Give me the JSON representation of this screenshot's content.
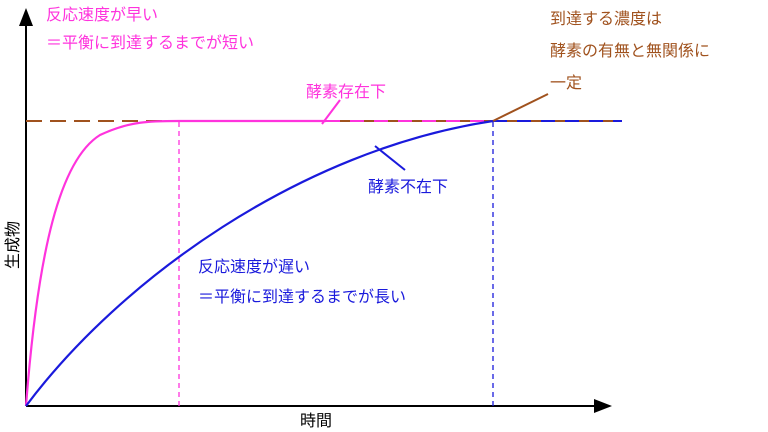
{
  "axes": {
    "x_label": "時間",
    "y_label": "生成物"
  },
  "annotations": {
    "fast_line1": "反応速度が早い",
    "fast_line2": "＝平衡に到達するまでが短い",
    "with_enzyme": "酵素存在下",
    "conc_line1": "到達する濃度は",
    "conc_line2": "酵素の有無と無関係に",
    "conc_line3": "一定",
    "without_enzyme": "酵素不在下",
    "slow_line1": "反応速度が遅い",
    "slow_line2": "＝平衡に到達するまでが長い"
  },
  "colors": {
    "axis": "#000000",
    "with_enzyme": "#ff33dd",
    "without_enzyme": "#1a1adc",
    "equilibrium": "#a0521e"
  }
}
